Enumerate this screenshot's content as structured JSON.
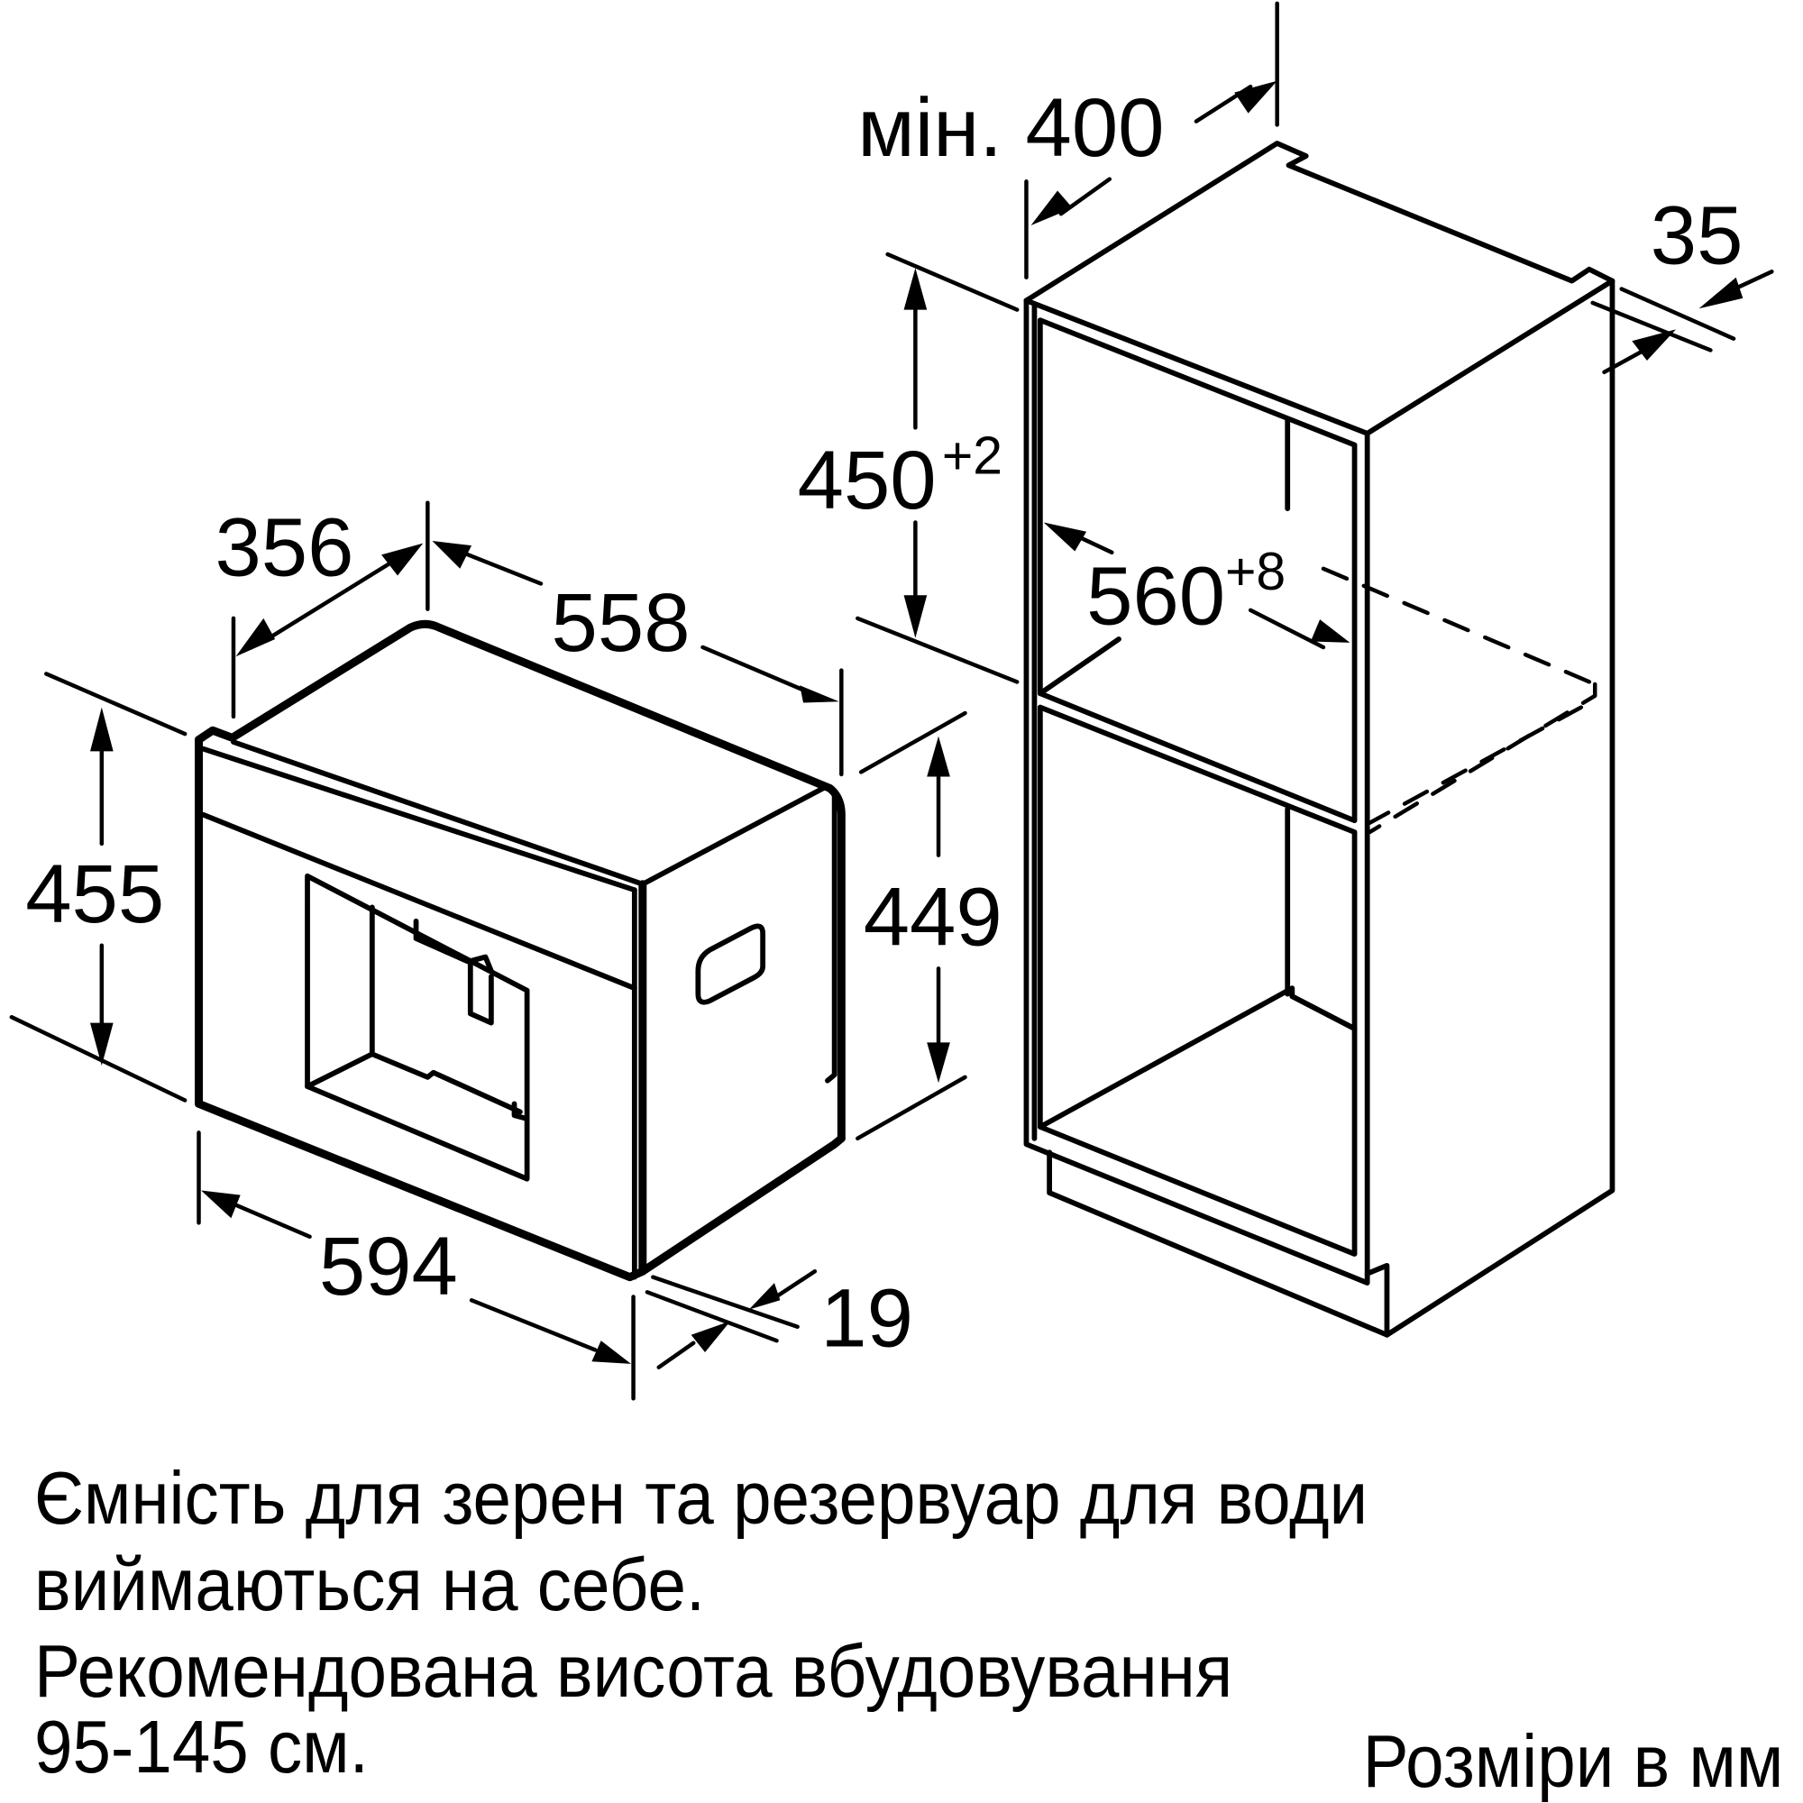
{
  "diagram": {
    "title": "Built-in coffee machine installation dimensions",
    "appliance": {
      "dimensions": {
        "depth_top": "356",
        "width_top": "558",
        "height_front": "455",
        "height_side": "449",
        "width_front": "594",
        "panel_thickness": "19"
      }
    },
    "cabinet": {
      "dimensions": {
        "min_depth": "мін. 400",
        "niche_height": "450",
        "niche_height_tolerance": "+2",
        "niche_width": "560",
        "niche_width_tolerance": "+8",
        "back_gap": "35"
      }
    },
    "notes": {
      "line1": "Ємність для зерен та резервуар для води",
      "line2": "виймаються на себе.",
      "line3": "Рекомендована висота вбудовування",
      "line4": "95-145 см.",
      "units": "Розміри в мм"
    },
    "colors": {
      "line": "#000000",
      "background": "#ffffff"
    }
  }
}
